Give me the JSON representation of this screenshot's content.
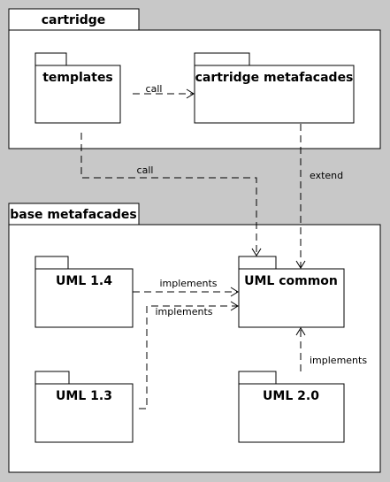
{
  "packages": {
    "cartridge": "cartridge",
    "templates": "templates",
    "cartridge_metafacades": "cartridge metafacades",
    "base_metafacades": "base metafacades",
    "uml14": "UML 1.4",
    "uml_common": "UML common",
    "uml13": "UML 1.3",
    "uml20": "UML 2.0"
  },
  "edges": {
    "templates_to_cartridge_metafacades": "call",
    "templates_to_uml_common": "call",
    "cartridge_metafacades_extend": "extend",
    "uml14_implements": "implements",
    "uml13_implements": "implements",
    "uml20_implements": "implements"
  },
  "colors": {
    "background": "#c8c8c8",
    "box_fill": "#ffffff",
    "stroke": "#000000"
  }
}
